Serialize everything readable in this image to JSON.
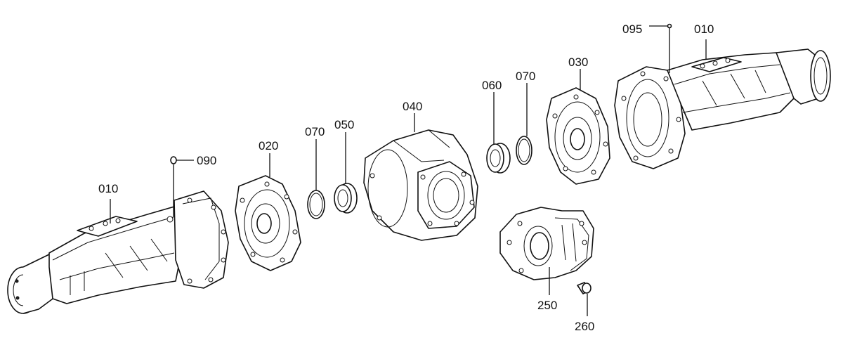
{
  "diagram": {
    "callouts": [
      {
        "id": "left-axle-housing",
        "label": "010"
      },
      {
        "id": "left-plug",
        "label": "090"
      },
      {
        "id": "left-cover",
        "label": "020"
      },
      {
        "id": "left-snap-ring",
        "label": "070"
      },
      {
        "id": "left-seal",
        "label": "050"
      },
      {
        "id": "center-housing",
        "label": "040"
      },
      {
        "id": "right-seal",
        "label": "060"
      },
      {
        "id": "right-snap-ring",
        "label": "070"
      },
      {
        "id": "right-cover",
        "label": "030"
      },
      {
        "id": "right-plug",
        "label": "095"
      },
      {
        "id": "right-axle-housing",
        "label": "010"
      },
      {
        "id": "carrier",
        "label": "250"
      },
      {
        "id": "bolt",
        "label": "260"
      }
    ]
  }
}
